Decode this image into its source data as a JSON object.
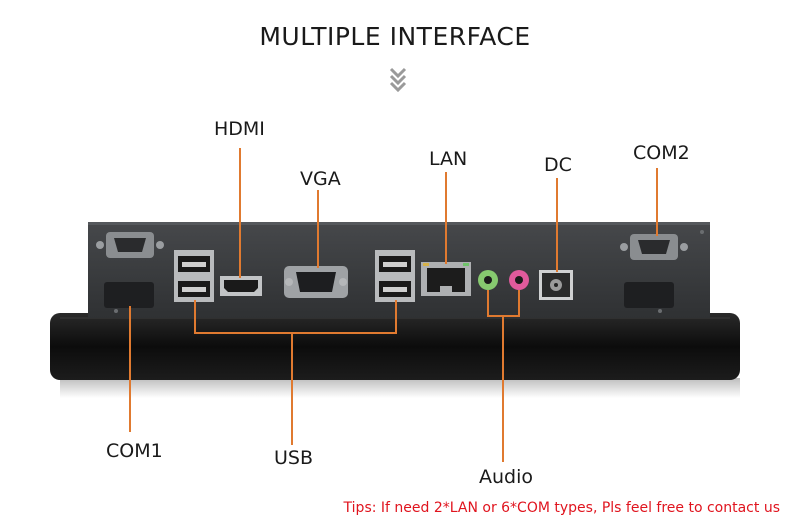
{
  "heading": "MULTIPLE INTERFACE",
  "labels": {
    "hdmi": "HDMI",
    "vga": "VGA",
    "lan": "LAN",
    "dc": "DC",
    "com2": "COM2",
    "com1": "COM1",
    "usb": "USB",
    "audio": "Audio"
  },
  "tips": "Tips: If need 2*LAN or 6*COM types, Pls feel free to contact us",
  "colors": {
    "leader_line": "#e07a30",
    "tips_text": "#e0141e",
    "chassis": "#3a3c3f",
    "bezel": "#151515"
  }
}
